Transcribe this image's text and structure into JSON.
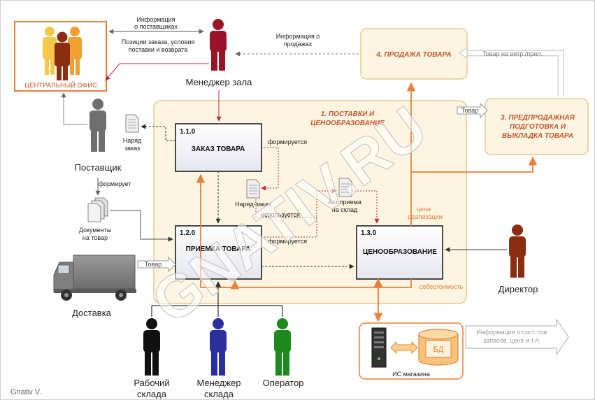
{
  "nodes": {
    "central_office": "ЦЕНТРАЛЬНЫЙ ОФИС",
    "hall_manager": "Менеджер зала",
    "supplier": "Поставщик",
    "delivery": "Доставка",
    "director": "Директор",
    "warehouse_worker": [
      "Рабочий",
      "склада"
    ],
    "warehouse_manager": [
      "Менеджер",
      "склада"
    ],
    "operator": "Оператор",
    "store_is": "ИС магазина",
    "db": "БД"
  },
  "process_group": {
    "title": [
      "1. ПОСТАВКИ И",
      "ЦЕНООБРАЗОВАНИЕ"
    ]
  },
  "processes": {
    "p110": {
      "id": "1.1.0",
      "name": "ЗАКАЗ ТОВАРА"
    },
    "p120": {
      "id": "1.2.0",
      "name": "ПРИЕМКА ТОВАРА"
    },
    "p130": {
      "id": "1.3.0",
      "name": "ЦЕНООБРАЗОВАНИЕ"
    }
  },
  "external_processes": {
    "p4": "4. ПРОДАЖА ТОВАРА",
    "p3": [
      "3. ПРЕДПРОДАЖНАЯ",
      "ПОДГОТОВКА И",
      "ВЫКЛАДКА ТОВАРА"
    ]
  },
  "documents": {
    "order_slip": [
      "Наряд",
      "заказ"
    ],
    "order_form": "Наряд-заказ",
    "acceptance_act": [
      "Акт приема",
      "на склад"
    ],
    "goods_docs": [
      "Документы",
      "на товар"
    ]
  },
  "labels": {
    "supplier_info": [
      "Информация",
      "о поставщиках"
    ],
    "order_positions": [
      "Позиции заказа, условия",
      "поставки и возврата"
    ],
    "sales_info": [
      "Информация о",
      "продажах"
    ],
    "goods_to_showcase": "Товар на витр./прил.",
    "goods": "Товар",
    "goods_truck": "Товар",
    "forms": "формирует",
    "formed_1": "формируется",
    "formed_2": "формируется",
    "used": "используется",
    "sale_price": [
      "цена",
      "реализации"
    ],
    "cost_price": "себестоимость",
    "store_info": [
      "Информация о сост. тов",
      "запасов, цене и т.л."
    ]
  },
  "watermark": "GNATIV.RU",
  "author": "Gnativ V.",
  "colors": {
    "orange": "#e8813a",
    "box_fill": "#fdf5e2",
    "box_border": "#e6c98e",
    "process_fill": "#ececf4",
    "hall_manager": "#9b1326",
    "supplier": "#6e6e6e",
    "director": "#8a2d10",
    "worker": "#111111",
    "manager": "#2a2f9e",
    "operator": "#1e8a1e",
    "arrow_red": "#c2273e",
    "text_orange": "#c5562a"
  }
}
